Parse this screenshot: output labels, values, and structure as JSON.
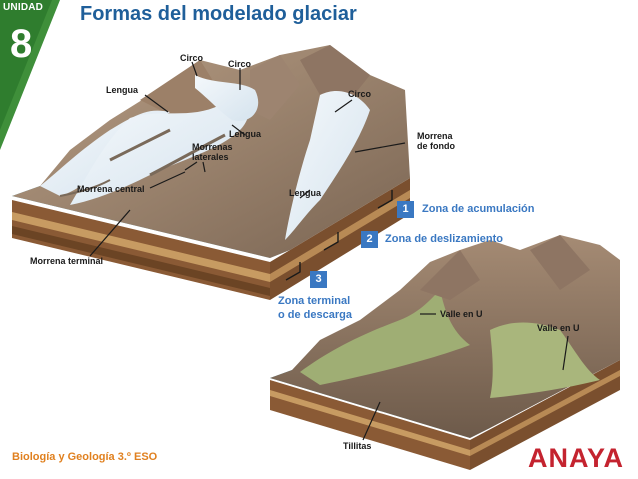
{
  "unit": {
    "word": "UNIDAD",
    "number": "8"
  },
  "title": "Formas del modelado glaciar",
  "labels": {
    "circo_1": "Circo",
    "circo_2": "Circo",
    "circo_3": "Circo",
    "lengua_1": "Lengua",
    "lengua_2": "Lengua",
    "lengua_3": "Lengua",
    "morrenas_laterales": [
      "Morrenas",
      "laterales"
    ],
    "morrena_central": "Morrena central",
    "morrena_terminal": "Morrena terminal",
    "morrena_fondo": [
      "Morrena",
      "de fondo"
    ],
    "valle_u_1": "Valle en U",
    "valle_u_2": "Valle en U",
    "tillitas": "Tillitas"
  },
  "zones": [
    {
      "num": "1",
      "label": "Zona de acumulación"
    },
    {
      "num": "2",
      "label": "Zona de deslizamiento"
    },
    {
      "num": "3",
      "label_lines": [
        "Zona terminal",
        "o de descarga"
      ]
    }
  ],
  "footer": "Biología y Geología 3.º ESO",
  "publisher": "ANAYA",
  "colors": {
    "title_blue": "#1f5f9a",
    "zone_blue": "#3a78c2",
    "badge_green": "#3f8f3a",
    "footer_orange": "#e0801f",
    "logo_red": "#c4232f"
  }
}
